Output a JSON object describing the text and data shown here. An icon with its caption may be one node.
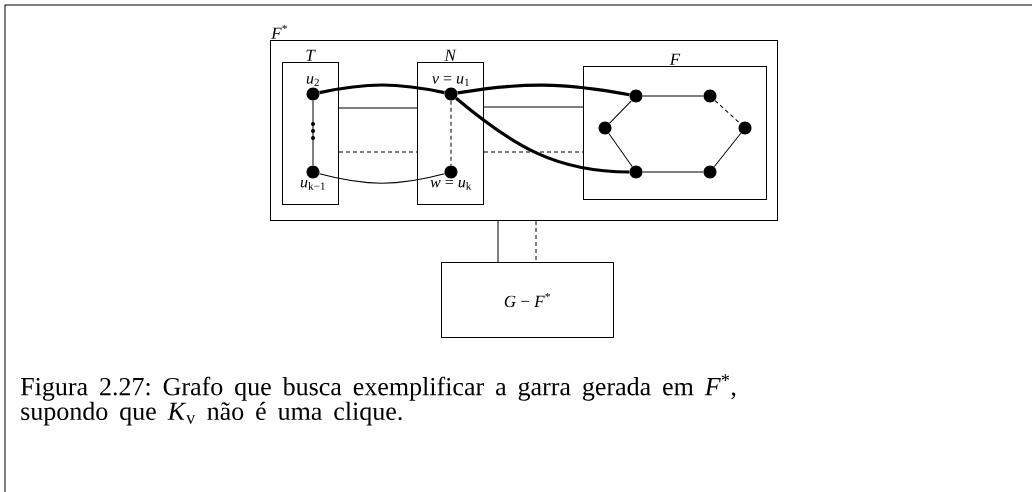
{
  "diagram": {
    "caption": "Figura 2.27: Grafo que busca exemplificar a garra gerada em *F*$^{*}$, supondo que *K*$_{v}$ não é uma clique.",
    "nodes": [
      {
        "text": [
          "*F*$^{*}$"
        ]
      },
      {
        "text": [
          "*T*"
        ],
        "in": 0
      },
      {
        "text": [
          "*N*"
        ],
        "in": 0
      },
      {
        "text": [
          "*F*"
        ],
        "in": 0
      },
      {
        "text": [
          "*G* − *F*$^{*}$"
        ]
      },
      {
        "text": [
          "*u*$_{2}$"
        ],
        "in": 1
      },
      {
        "text": [
          "*u*$_{k−1}$"
        ],
        "in": 1
      },
      {
        "text": [
          "*v* = *u*$_{1}$"
        ],
        "in": 2
      },
      {
        "text": [
          "*w* = *u*$_{k}$"
        ],
        "in": 2
      },
      {
        "text": [],
        "shape": "circle",
        "in": 3
      },
      {
        "text": [],
        "shape": "circle",
        "in": 3
      },
      {
        "text": [],
        "shape": "circle",
        "in": 3
      },
      {
        "text": [],
        "shape": "circle",
        "in": 3
      },
      {
        "text": [],
        "shape": "circle",
        "in": 3
      },
      {
        "text": [],
        "shape": "circle",
        "in": 3
      }
    ],
    "edges": [
      {
        "from": 5,
        "to": 7,
        "arrow": "none",
        "style": "thick"
      },
      {
        "from": 7,
        "to": 9,
        "arrow": "none",
        "style": "thick"
      },
      {
        "from": 7,
        "to": 13,
        "arrow": "none",
        "style": "thick"
      },
      {
        "from": 5,
        "to": 6,
        "arrow": "none"
      },
      {
        "from": 6,
        "to": 8,
        "arrow": "none"
      },
      {
        "from": 7,
        "to": 8,
        "arrow": "none",
        "style": "dashed"
      },
      {
        "from": 1,
        "to": 2,
        "arrow": "none"
      },
      {
        "from": 1,
        "to": 2,
        "arrow": "none",
        "style": "dashed"
      },
      {
        "from": 2,
        "to": 3,
        "arrow": "none"
      },
      {
        "from": 2,
        "to": 3,
        "arrow": "none",
        "style": "dashed"
      },
      {
        "from": 0,
        "to": 4,
        "arrow": "none"
      },
      {
        "from": 0,
        "to": 4,
        "arrow": "none",
        "style": "dashed"
      },
      {
        "from": 9,
        "to": 10,
        "arrow": "none"
      },
      {
        "from": 10,
        "to": 12,
        "arrow": "none",
        "style": "dashed"
      },
      {
        "from": 9,
        "to": 11,
        "arrow": "none"
      },
      {
        "from": 11,
        "to": 13,
        "arrow": "none"
      },
      {
        "from": 13,
        "to": 14,
        "arrow": "none"
      },
      {
        "from": 14,
        "to": 12,
        "arrow": "none"
      }
    ]
  }
}
